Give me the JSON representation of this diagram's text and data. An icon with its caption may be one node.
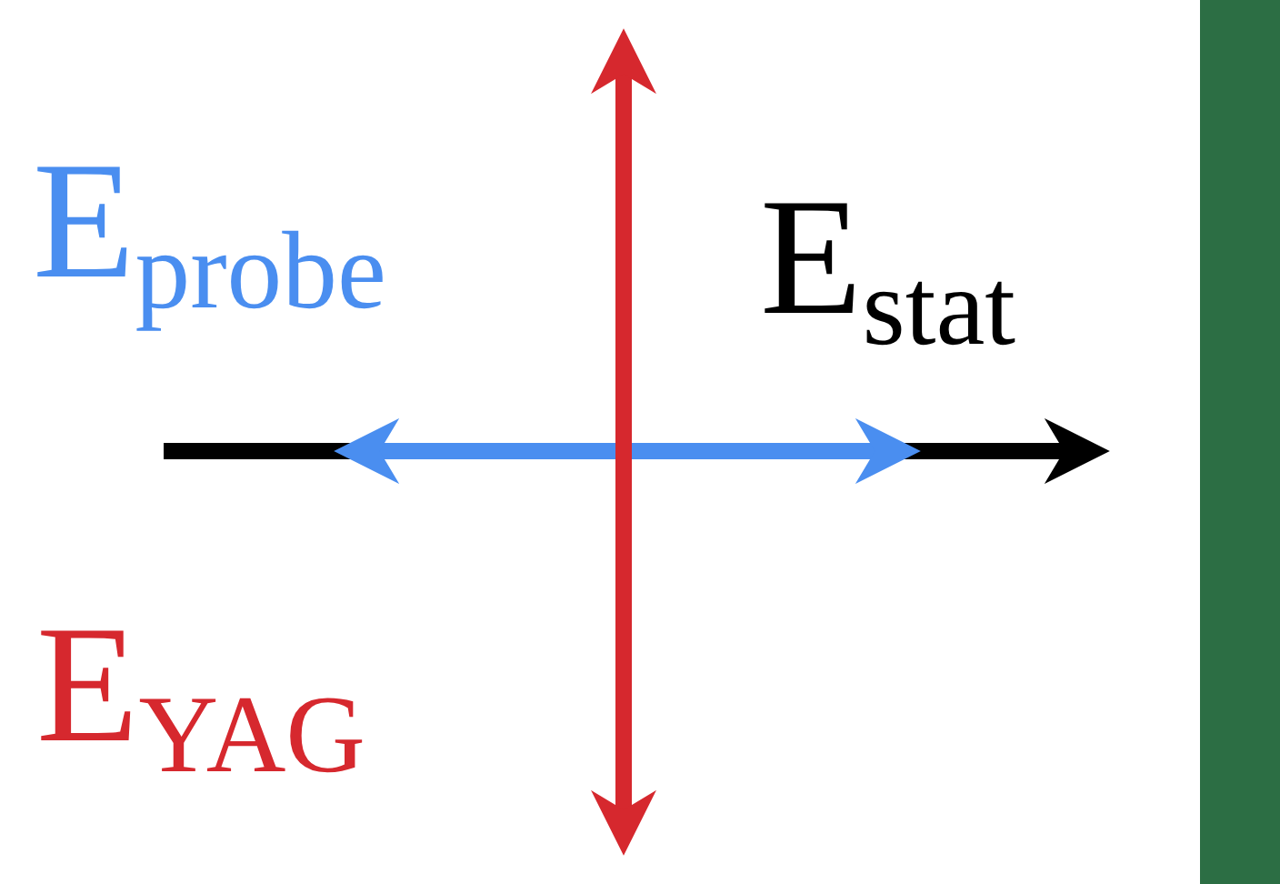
{
  "diagram": {
    "nodes": [
      {
        "text": [],
        "shape": "bar"
      }
    ],
    "labels": [
      "E$_{probe}$",
      "E$_{stat}$",
      "E$_{YAG}$"
    ]
  }
}
